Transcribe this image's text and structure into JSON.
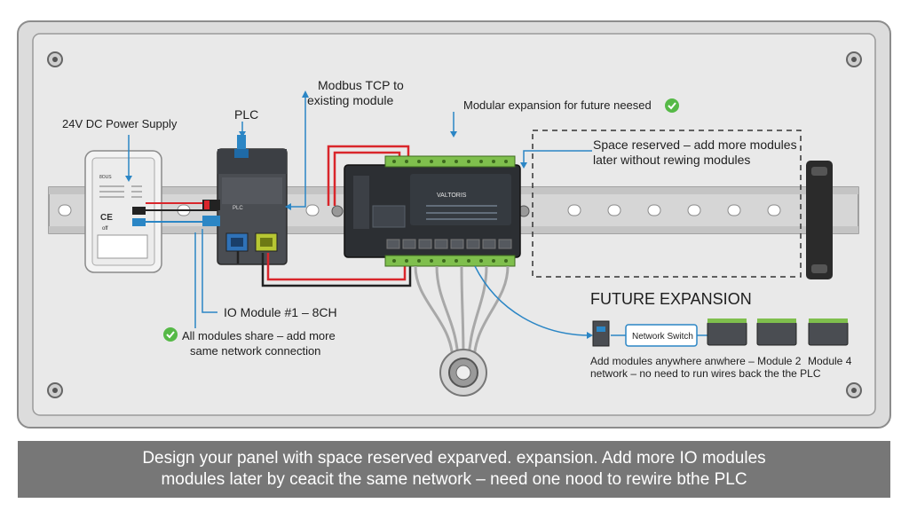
{
  "labels": {
    "power_supply": "24V DC Power Supply",
    "plc": "PLC",
    "modbus_line1": "Modbus TCP to",
    "modbus_line2": "existing module",
    "modular_expansion": "Modular expansion for future neesed",
    "space_reserved_line1": "Space reserved – add more modules",
    "space_reserved_line2": "later without rewing modules",
    "io_module": "IO Module #1 – 8CH",
    "shared_line1": "All modules share – add more",
    "shared_line2": "same network connection",
    "future_expansion": "FUTURE EXPANSION",
    "network_switch": "Network Switch",
    "future_line1": "Add modules anywhere anwhere – Module 2",
    "future_line1_b": "Module 4",
    "future_line2": "network – no need to run wires back the the PLC"
  },
  "devices": {
    "psu_label": "8OUS",
    "psu_ce": "CE",
    "psu_off": "off",
    "plc_tag": "PLC",
    "io_brand": "VALTORIS"
  },
  "caption": {
    "line1": "Design your panel with space reserved  exparved. expansion. Add more IO modules",
    "line2": "modules later by ceacit the same network – need  one nood to rewire bthe PLC"
  },
  "colors": {
    "panel": "#e9e9e9",
    "rail": "#d8d8d8",
    "callout": "#2b86c5",
    "wire_red": "#d9262b",
    "module_dark": "#2c2f33",
    "terminal_green": "#7fbf4d",
    "check_green": "#56b947"
  }
}
